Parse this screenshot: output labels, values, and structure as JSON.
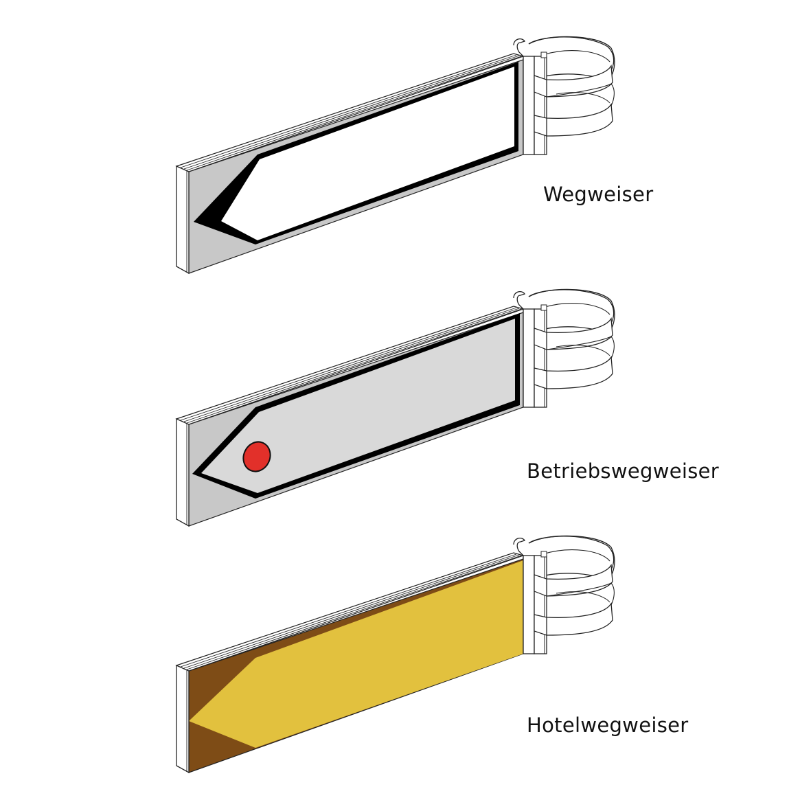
{
  "diagram": {
    "title": "",
    "signs": [
      {
        "id": "wegweiser",
        "label": "Wegweiser",
        "face_color": "#ffffff",
        "arrow_border_color": "#000000",
        "corner_color": "#c8c8c8",
        "has_red_dot": false
      },
      {
        "id": "betriebswegweiser",
        "label": "Betriebswegweiser",
        "face_color": "#d9d9d9",
        "arrow_border_color": "#000000",
        "corner_color": "#c8c8c8",
        "has_red_dot": true,
        "dot_color": "#e2302a"
      },
      {
        "id": "hotelwegweiser",
        "label": "Hotelwegweiser",
        "face_color": "#e2c13e",
        "corner_color": "#7e4c16",
        "has_red_dot": false
      }
    ]
  }
}
